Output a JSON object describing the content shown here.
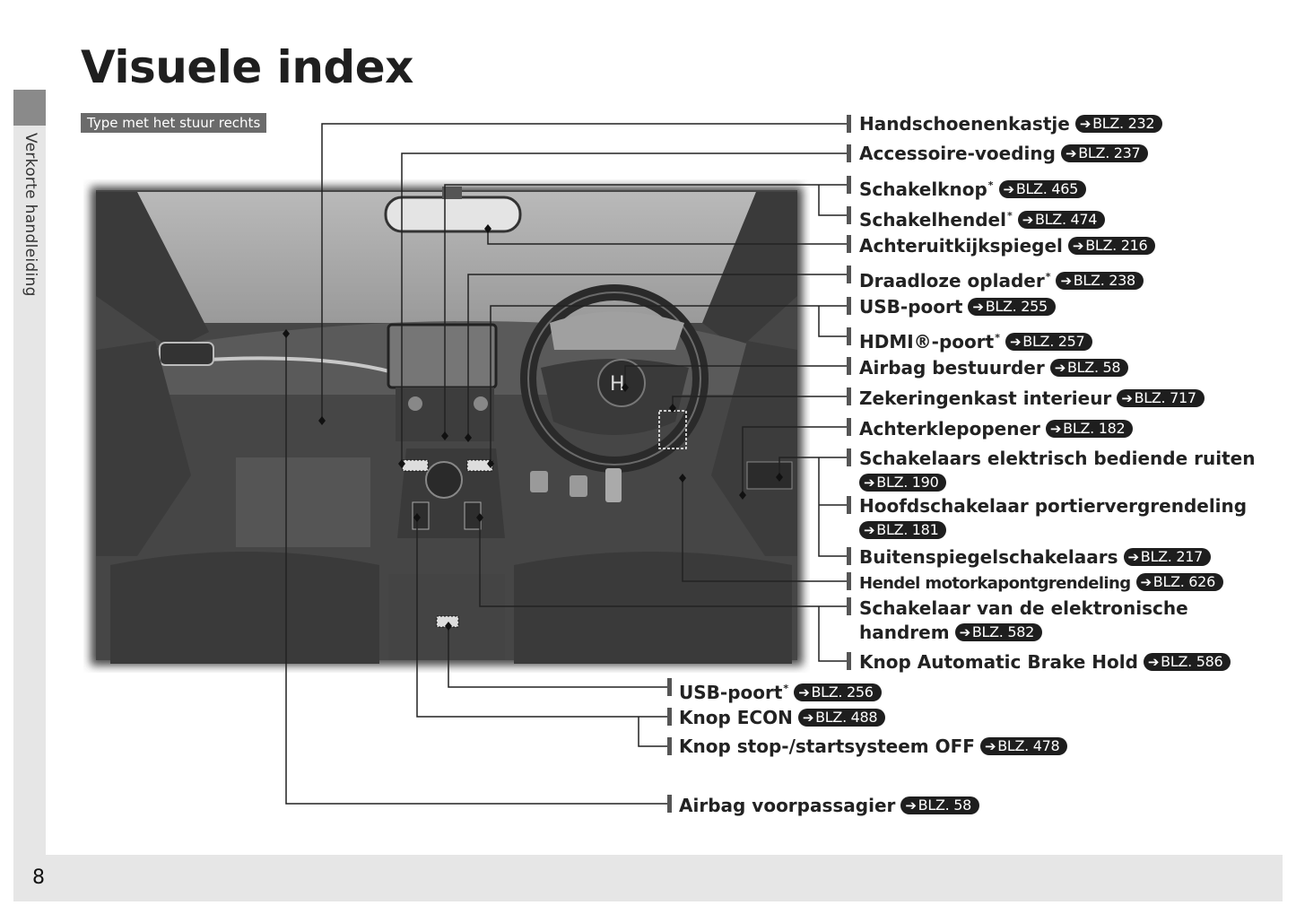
{
  "page": {
    "title": "Visuele index",
    "variant": "Type met het stuur rechts",
    "side_tab": "Verkorte handleiding",
    "page_number": "8"
  },
  "arrow_glyph": "➔",
  "icon_names": [
    "dashboard-photo",
    "page-arrow-icon"
  ],
  "callouts": [
    {
      "label": "Handschoenenkastje",
      "ref": "BLZ. 232"
    },
    {
      "label": "Accessoire-voeding",
      "ref": "BLZ. 237"
    },
    {
      "label": "Schakelknop",
      "star": "*",
      "ref": "BLZ. 465"
    },
    {
      "label": "Schakelhendel",
      "star": "*",
      "ref": "BLZ. 474"
    },
    {
      "label": "Achteruitkijkspiegel",
      "ref": "BLZ. 216"
    },
    {
      "label": "Draadloze oplader",
      "star": "*",
      "ref": "BLZ. 238"
    },
    {
      "label": "USB-poort",
      "ref": "BLZ. 255"
    },
    {
      "label": "HDMI®-poort",
      "star": "*",
      "ref": "BLZ. 257"
    },
    {
      "label": "Airbag bestuurder",
      "ref": "BLZ. 58"
    },
    {
      "label": "Zekeringenkast interieur",
      "ref": "BLZ. 717"
    },
    {
      "label": "Achterklepopener",
      "ref": "BLZ. 182"
    },
    {
      "label": "Schakelaars elektrisch bediende ruiten",
      "ref": "BLZ. 190"
    },
    {
      "label": "Hoofdschakelaar portiervergrendeling",
      "ref": "BLZ. 181"
    },
    {
      "label": "Buitenspiegelschakelaars",
      "ref": "BLZ. 217"
    },
    {
      "label": "Hendel motorkapontgrendeling",
      "ref": "BLZ. 626"
    },
    {
      "label_line1": "Schakelaar van de elektronische",
      "label_line2": "handrem",
      "ref": "BLZ. 582"
    },
    {
      "label": "Knop Automatic Brake Hold",
      "ref": "BLZ. 586"
    },
    {
      "label": "USB-poort",
      "star": "*",
      "ref": "BLZ. 256"
    },
    {
      "label": "Knop ECON",
      "ref": "BLZ. 488"
    },
    {
      "label": "Knop stop-/startsysteem OFF",
      "ref": "BLZ. 478"
    },
    {
      "label": "Airbag voorpassagier",
      "ref": "BLZ. 58"
    }
  ]
}
